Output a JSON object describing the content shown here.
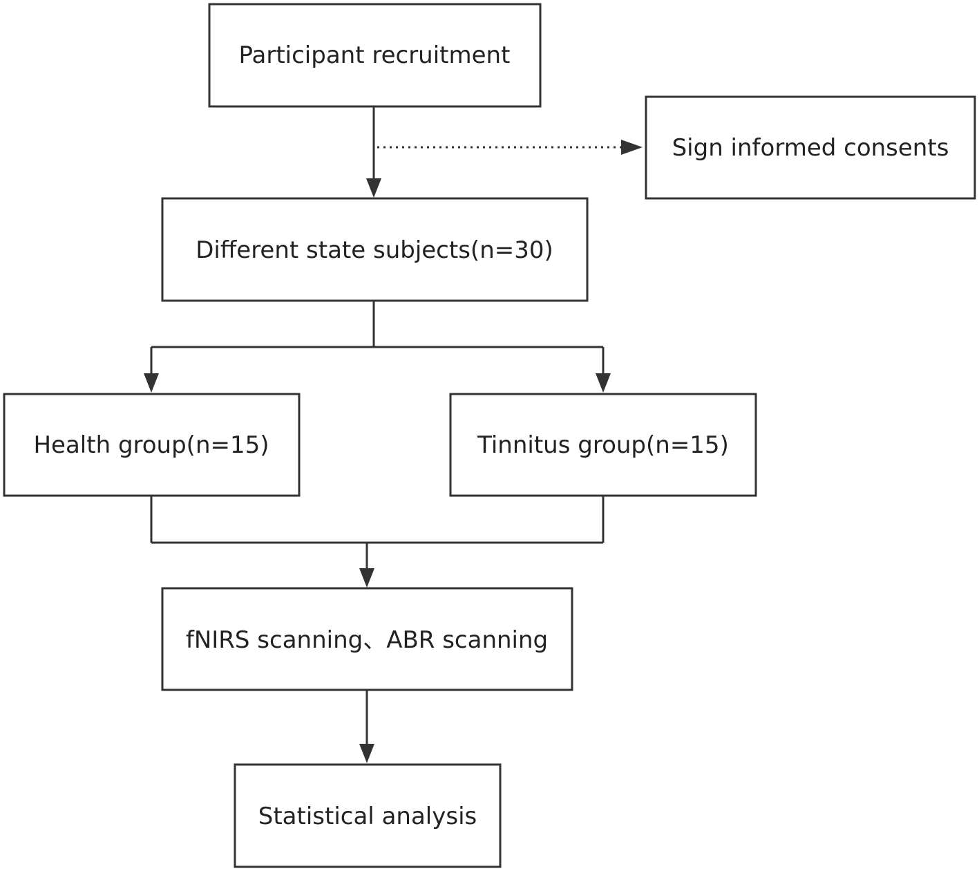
{
  "nodes": {
    "recruitment": "Participant recruitment",
    "consent": "Sign informed consents",
    "subjects": "Different state subjects(n=30)",
    "health": "Health group(n=15)",
    "tinnitus": "Tinnitus group(n=15)",
    "scanning": "fNIRS scanning、ABR scanning",
    "analysis": "Statistical analysis"
  },
  "edges": [
    {
      "from": "recruitment",
      "to": "subjects",
      "style": "solid"
    },
    {
      "from": "recruitment",
      "to": "consent",
      "style": "dotted"
    },
    {
      "from": "subjects",
      "to": "health",
      "style": "solid"
    },
    {
      "from": "subjects",
      "to": "tinnitus",
      "style": "solid"
    },
    {
      "from": "health",
      "to": "scanning",
      "style": "solid"
    },
    {
      "from": "tinnitus",
      "to": "scanning",
      "style": "solid"
    },
    {
      "from": "scanning",
      "to": "analysis",
      "style": "solid"
    }
  ],
  "colors": {
    "stroke": "#333333",
    "text": "#222222",
    "background": "#ffffff"
  }
}
